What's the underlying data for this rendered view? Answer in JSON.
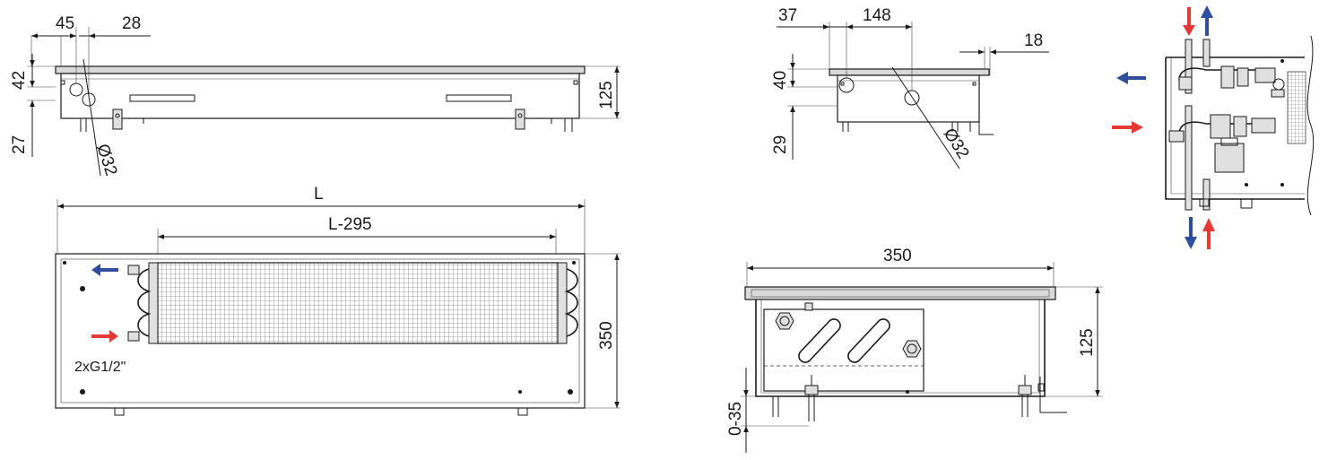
{
  "colors": {
    "supply": "#e53935",
    "return": "#2e4e9e",
    "line": "#1a1a1a"
  },
  "icons": {
    "supply_arrow": "red-arrow-icon",
    "return_arrow": "blue-arrow-icon"
  },
  "side_view": {
    "dims": {
      "d45": "45",
      "d28": "28",
      "d42": "42",
      "d27": "27",
      "d125": "125",
      "dia": "Ø32"
    }
  },
  "top_view": {
    "dims": {
      "L": "L",
      "L295": "L-295",
      "d350": "350"
    },
    "connection_label": "2xG1/2\""
  },
  "end_view": {
    "dims": {
      "d37": "37",
      "d148": "148",
      "d18": "18",
      "d40": "40",
      "d29": "29",
      "dia": "Ø32"
    }
  },
  "section_view": {
    "dims": {
      "d350": "350",
      "d125": "125",
      "d035": "0-35"
    }
  }
}
